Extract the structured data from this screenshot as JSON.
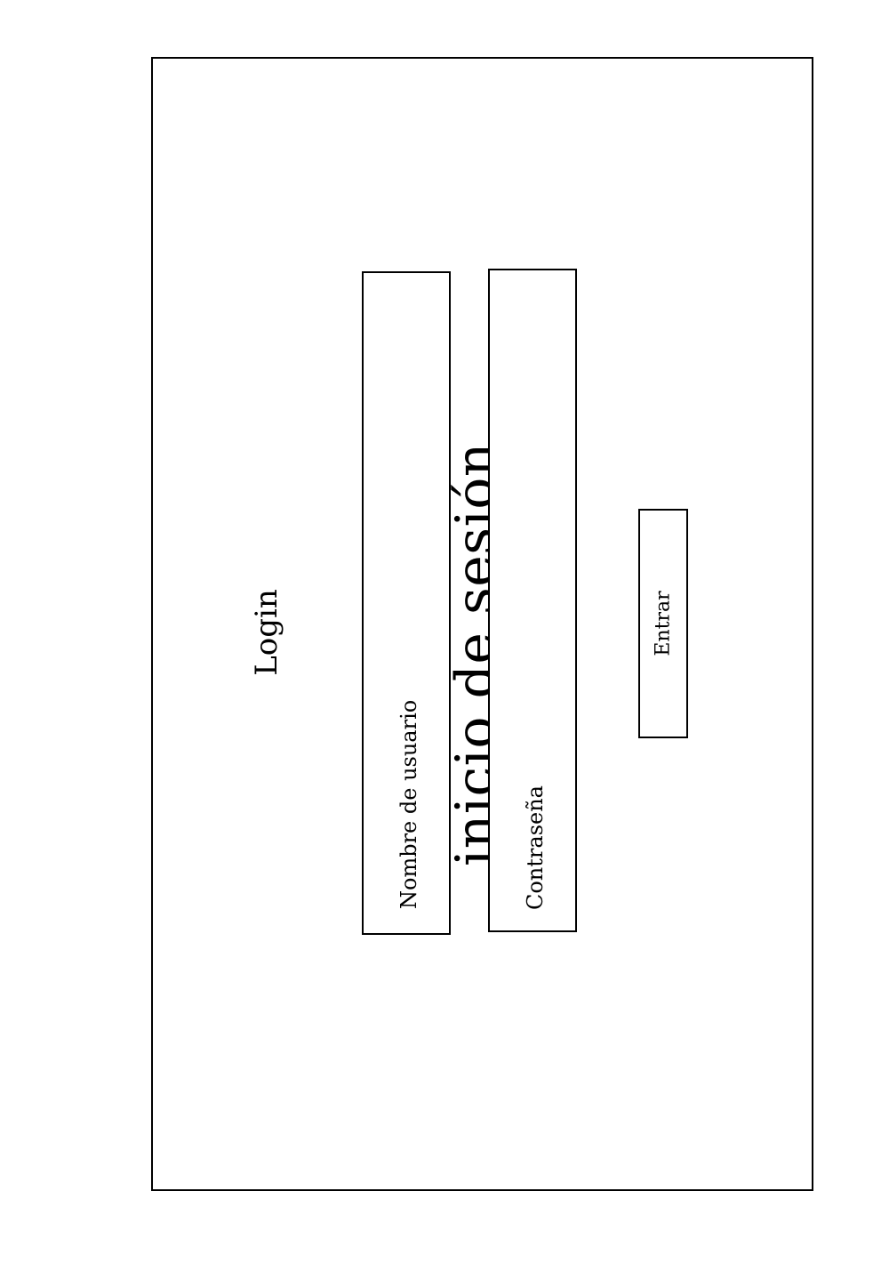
{
  "page": {
    "title": "Pantalla de inicio de sesión"
  },
  "login": {
    "heading": "Login",
    "username_placeholder": "Nombre de usuario",
    "password_placeholder": "Contraseña",
    "submit_label": "Entrar"
  }
}
